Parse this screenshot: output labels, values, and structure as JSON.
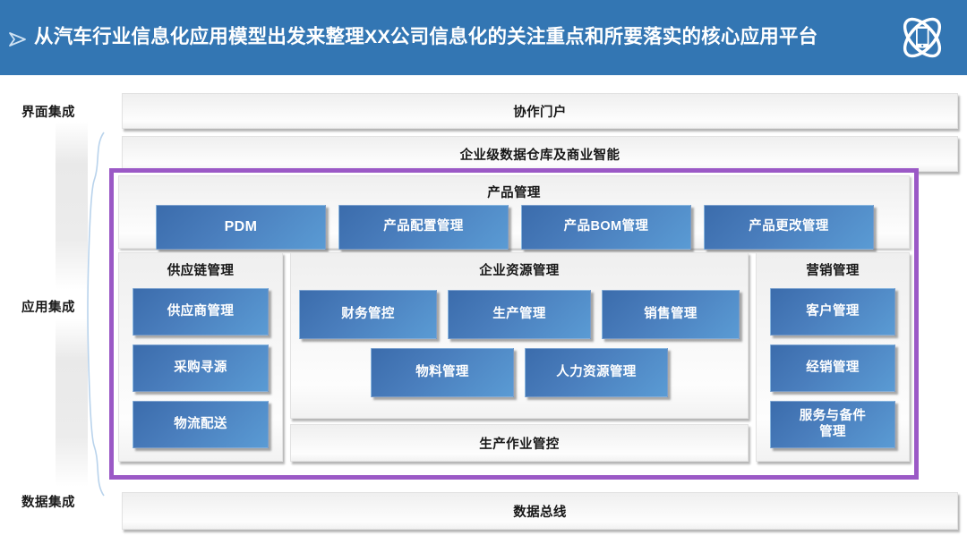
{
  "header": {
    "bullet_icon": "arrow-bullet-icon",
    "title": "从汽车行业信息化应用模型出发来整理XX公司信息化的关注重点和所要落实的核心应用平台",
    "logo_icon": "atom-tablet-logo-icon",
    "background_color": "#3376b3"
  },
  "colors": {
    "header_blue": "#3376b3",
    "accent_purple": "#9b59c6",
    "box_blue_dark": "#3b6cac",
    "box_blue_light": "#5a9bd4",
    "panel_gray": "#f4f4f4",
    "brace_blue": "#b9d3ec"
  },
  "rail": {
    "labels": [
      {
        "text": "界面集成"
      },
      {
        "text": "应用集成"
      },
      {
        "text": "数据集成"
      }
    ]
  },
  "bands": {
    "portal": "协作门户",
    "datawarehouse": "企业级数据仓库及商业智能",
    "databus": "数据总线"
  },
  "sections": {
    "product": {
      "title": "产品管理",
      "items": [
        {
          "label": "PDM"
        },
        {
          "label": "产品配置管理"
        },
        {
          "label": "产品BOM管理"
        },
        {
          "label": "产品更改管理"
        }
      ]
    },
    "scm": {
      "title": "供应链管理",
      "items": [
        {
          "label": "供应商管理"
        },
        {
          "label": "采购寻源"
        },
        {
          "label": "物流配送"
        }
      ]
    },
    "erp": {
      "title": "企业资源管理",
      "row1": [
        {
          "label": "财务管控"
        },
        {
          "label": "生产管理"
        },
        {
          "label": "销售管理"
        }
      ],
      "row2": [
        {
          "label": "物料管理"
        },
        {
          "label": "人力资源管理"
        }
      ]
    },
    "mes": {
      "title": "生产作业管控"
    },
    "crm": {
      "title": "营销管理",
      "items": [
        {
          "label": "客户管理"
        },
        {
          "label": "经销管理"
        },
        {
          "label": "服务与备件\n管理"
        }
      ]
    }
  }
}
